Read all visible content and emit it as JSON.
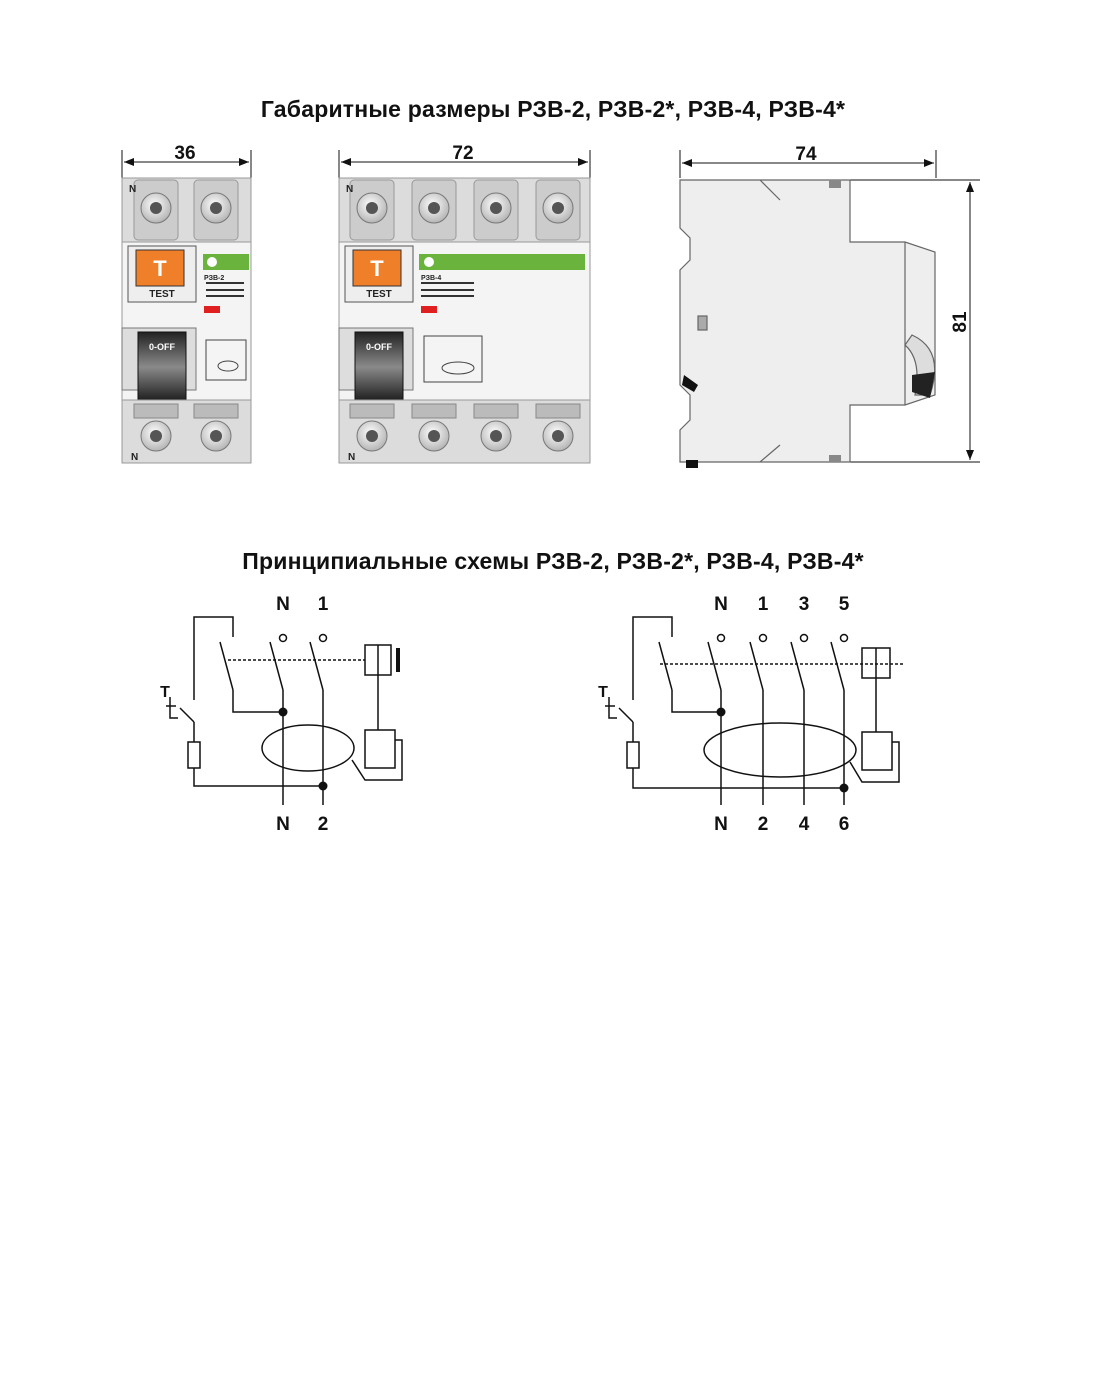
{
  "titles": {
    "dimensions": "Габаритные размеры РЗВ-2, РЗВ-2*, РЗВ-4, РЗВ-4*",
    "schemes": "Принципиальные схемы РЗВ-2, РЗВ-2*, РЗВ-4, РЗВ-4*"
  },
  "dimensions": {
    "width_2p": "36",
    "width_4p": "72",
    "depth": "74",
    "height": "81"
  },
  "device_labels": {
    "neutral": "N",
    "test_key": "T",
    "test_caption": "TEST",
    "lever": "0-OFF",
    "model_2p": "РЗВ-2",
    "model_4p": "РЗВ-4"
  },
  "scheme_2p": {
    "test_label": "T",
    "top_terminals": [
      "N",
      "1"
    ],
    "bottom_terminals": [
      "N",
      "2"
    ]
  },
  "scheme_4p": {
    "test_label": "T",
    "top_terminals": [
      "N",
      "1",
      "3",
      "5"
    ],
    "bottom_terminals": [
      "N",
      "2",
      "4",
      "6"
    ]
  },
  "colors": {
    "test_button": "#f07f2a",
    "brand_green": "#6ab43e",
    "indicator_red": "#e02020",
    "body_gray": "#e4e4e4"
  }
}
